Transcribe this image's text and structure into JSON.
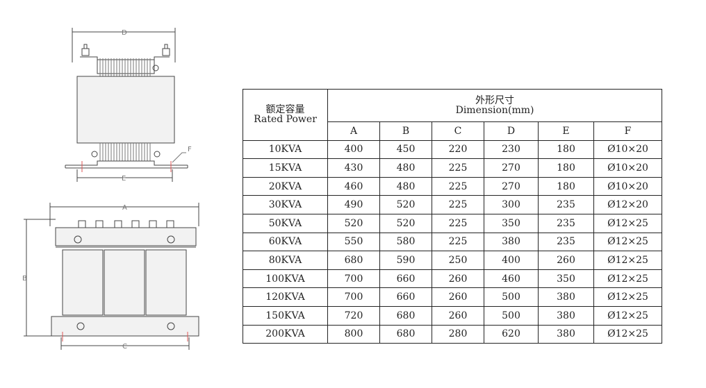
{
  "drawing": {
    "dimension_letters": {
      "a": "A",
      "b": "B",
      "c": "C",
      "d": "D",
      "e": "E",
      "f": "F"
    }
  },
  "table": {
    "header": {
      "capacity_cn": "额定容量",
      "capacity_en": "Rated Power",
      "dimension_cn": "外形尺寸",
      "dimension_en": "Dimension(mm)"
    },
    "columns": [
      "A",
      "B",
      "C",
      "D",
      "E",
      "F"
    ],
    "rows": [
      [
        "10KVA",
        "400",
        "450",
        "220",
        "230",
        "180",
        "Ø10×20"
      ],
      [
        "15KVA",
        "430",
        "480",
        "225",
        "270",
        "180",
        "Ø10×20"
      ],
      [
        "20KVA",
        "460",
        "480",
        "225",
        "270",
        "180",
        "Ø10×20"
      ],
      [
        "30KVA",
        "490",
        "520",
        "225",
        "300",
        "235",
        "Ø12×20"
      ],
      [
        "50KVA",
        "520",
        "520",
        "225",
        "350",
        "235",
        "Ø12×25"
      ],
      [
        "60KVA",
        "550",
        "580",
        "225",
        "380",
        "235",
        "Ø12×25"
      ],
      [
        "80KVA",
        "680",
        "590",
        "250",
        "400",
        "260",
        "Ø12×25"
      ],
      [
        "100KVA",
        "700",
        "660",
        "260",
        "460",
        "350",
        "Ø12×25"
      ],
      [
        "120KVA",
        "700",
        "660",
        "260",
        "500",
        "380",
        "Ø12×25"
      ],
      [
        "150KVA",
        "720",
        "680",
        "260",
        "500",
        "380",
        "Ø12×25"
      ],
      [
        "200KVA",
        "800",
        "680",
        "280",
        "620",
        "380",
        "Ø12×25"
      ]
    ]
  }
}
